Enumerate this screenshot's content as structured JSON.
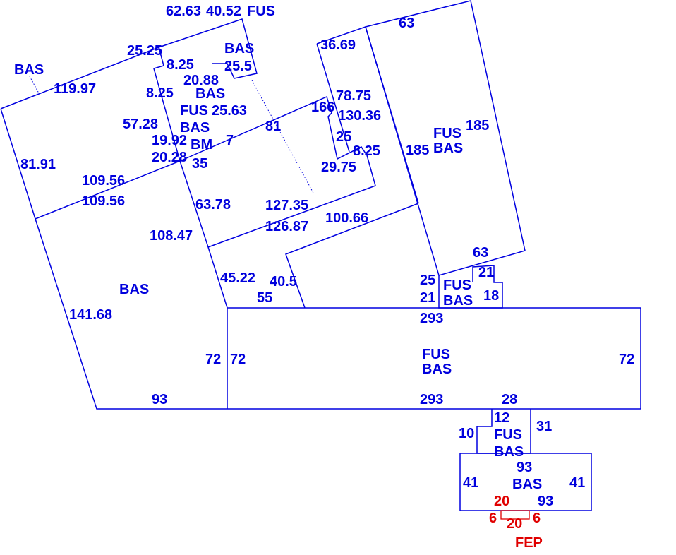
{
  "colors": {
    "outline": "#0000e0",
    "addition": "#e00000"
  },
  "labels": [
    "BAS",
    "119.97",
    "25.25",
    "8.25",
    "8.25",
    "62.63",
    "40.52",
    "FUS",
    "BAS",
    "25.5",
    "BAS",
    "20.88",
    "25.63",
    "FUS",
    "BAS",
    "57.28",
    "19.92",
    "20.28",
    "BM",
    "7",
    "35",
    "81.91",
    "109.56",
    "109.56",
    "81",
    "36.69",
    "63",
    "78.75",
    "166",
    "130.36",
    "25",
    "8.25",
    "29.75",
    "FUS",
    "BAS",
    "185",
    "185",
    "127.35",
    "126.87",
    "63.78",
    "100.66",
    "108.47",
    "BAS",
    "45.22",
    "40.5",
    "55",
    "141.68",
    "63",
    "21",
    "25",
    "21",
    "FUS",
    "BAS",
    "18",
    "293",
    "72",
    "72",
    "FUS",
    "BAS",
    "72",
    "93",
    "293",
    "28",
    "12",
    "FUS",
    "31",
    "10",
    "BAS",
    "93",
    "41",
    "BAS",
    "41",
    "93"
  ],
  "red_labels": [
    "20",
    "20",
    "6",
    "6",
    "FEP"
  ]
}
